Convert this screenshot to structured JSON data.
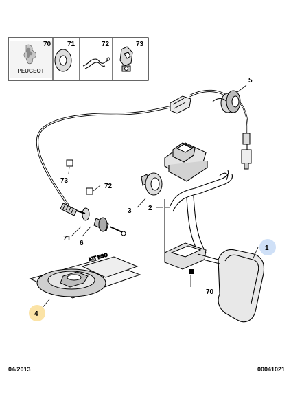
{
  "header": {
    "brand": "PEUGEOT",
    "parts_box": [
      "70",
      "71",
      "72",
      "73"
    ]
  },
  "callouts": [
    "1",
    "2",
    "3",
    "4",
    "5",
    "6",
    "70",
    "71",
    "72",
    "73"
  ],
  "highlight_colors": {
    "callout_1": "#cfe0f7",
    "callout_4": "#fbe3a6"
  },
  "footer": {
    "date": "04/2013",
    "reference": "00041021"
  }
}
